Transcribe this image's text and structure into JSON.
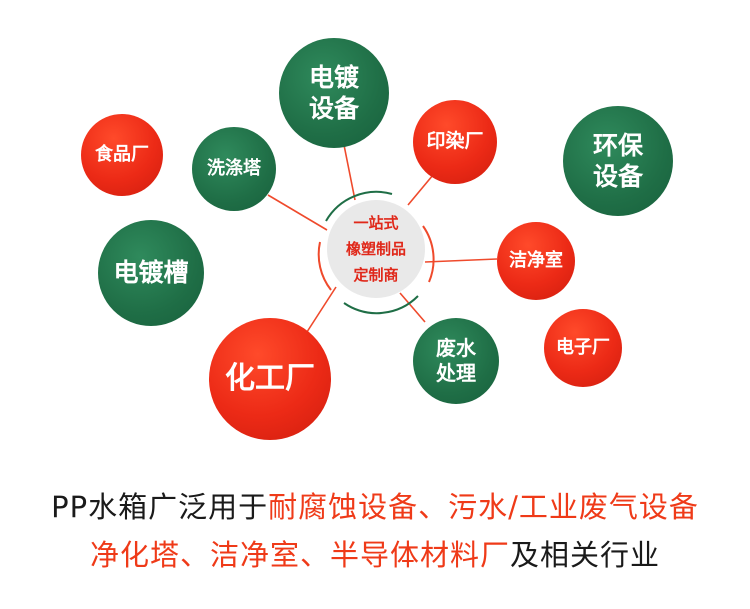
{
  "colors": {
    "green": "#1f6e46",
    "red": "#ec2a16",
    "center_text": "#e0281a",
    "line": "#ef4a2c",
    "caption_accent": "#ef3a18"
  },
  "center": {
    "line1": "一站式",
    "line2": "橡塑制品",
    "line3": "定制商"
  },
  "nodes": {
    "dianduyb": {
      "l1": "电镀",
      "l2": "设备"
    },
    "yinran": "印染厂",
    "huanbao": {
      "l1": "环保",
      "l2": "设备"
    },
    "shipin": "食品厂",
    "xidiao": "洗涤塔",
    "dianducao": "电镀槽",
    "jiejing": "洁净室",
    "dianzi": "电子厂",
    "feishui": {
      "l1": "废水",
      "l2": "处理"
    },
    "huagong": "化工厂"
  },
  "caption": {
    "line1_a": "PP水箱广泛用于",
    "line1_b": "耐腐蚀设备、污水/工业废气设备",
    "line2_a": "净化塔、洁净室、半导体材料厂",
    "line2_b": "及相关行业"
  }
}
